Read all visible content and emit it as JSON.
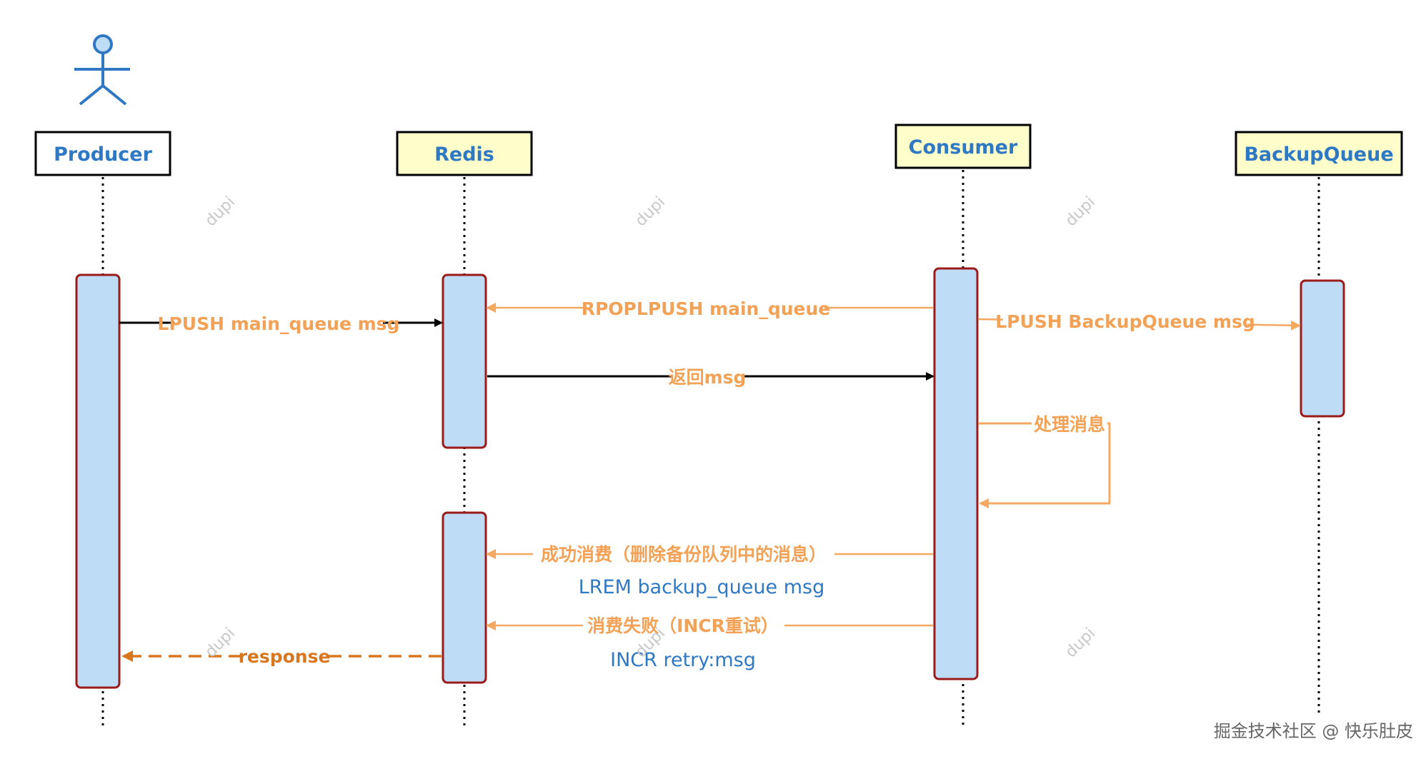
{
  "actor": {
    "icon": "stick-figure-icon"
  },
  "participants": [
    {
      "id": "producer",
      "label": "Producer",
      "fill": "#ffffff"
    },
    {
      "id": "redis",
      "label": "Redis",
      "fill": "#fefecb"
    },
    {
      "id": "consumer",
      "label": "Consumer",
      "fill": "#fefecb"
    },
    {
      "id": "backup",
      "label": "BackupQueue",
      "fill": "#fefecb"
    }
  ],
  "messages": [
    {
      "id": "lpush-main",
      "label": "LPUSH main_queue msg"
    },
    {
      "id": "rpoplpush",
      "label": "RPOPLPUSH main_queue"
    },
    {
      "id": "lpush-backup",
      "label": "LPUSH BackupQueue msg"
    },
    {
      "id": "return-msg",
      "label": "返回msg"
    },
    {
      "id": "process",
      "label": "处理消息"
    },
    {
      "id": "success",
      "label": "成功消费（删除备份队列中的消息）",
      "sublabel": "LREM backup_queue msg"
    },
    {
      "id": "failure",
      "label": "消费失败（INCR重试）",
      "sublabel": "INCR retry:msg"
    },
    {
      "id": "response",
      "label": "response"
    }
  ],
  "watermark": "dupi",
  "footer": "掘金技术社区 @ 快乐肚皮",
  "colors": {
    "activation_fill": "#bfdcf6",
    "activation_border": "#9b1b1b",
    "arrow_black": "#000000",
    "arrow_orange": "#f5a860",
    "arrow_dark_orange": "#d9771e",
    "text_blue": "#2f78c4"
  }
}
